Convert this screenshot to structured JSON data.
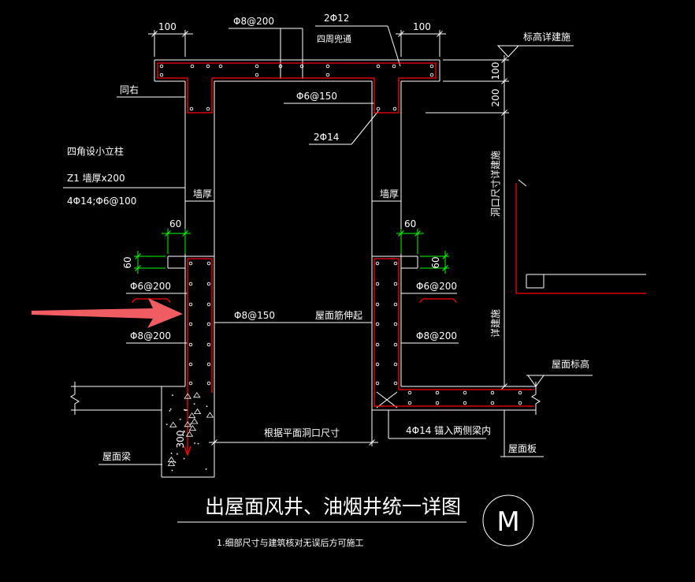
{
  "colors": {
    "background": "#000000",
    "line": "#ffffff",
    "text": "#ffffff",
    "rebar": "#ff0000",
    "dimension": "#00ff00",
    "annotation_arrow": "#ef5d63"
  },
  "drawing": {
    "title": "出屋面风井、油烟井统一详图",
    "note": "1.细部尺寸与建筑核对无误后方可施工",
    "detail_symbol": "M"
  },
  "top": {
    "dim_left": "100",
    "cap_rebar": "Φ8@200",
    "ring_bars": "2Φ12",
    "ring_note": "四周兜通",
    "dim_right": "100",
    "elevation_note": "标高详建施"
  },
  "right_dims": {
    "cap": "100",
    "beam": "200",
    "opening": "洞口尺寸详建施",
    "upstand": "详建施"
  },
  "upper": {
    "same_as_right": "同右",
    "cap_stirrup": "Φ6@150",
    "beam_bars": "2Φ14",
    "column_note": "四角设小立柱",
    "column_size": "Z1 墙厚x200",
    "column_rebar": "4Φ14;Φ6@100",
    "wall_left": "墙厚",
    "wall_right": "墙厚"
  },
  "lower": {
    "dim_60_top_left": "60",
    "dim_60_top_right": "60",
    "dim_60_left": "60",
    "dim_60_right": "60",
    "stirrup_left": "Φ6@200",
    "stirrup_right": "Φ6@200",
    "horizontal_bars": "Φ8@150",
    "roof_bar_note": "屋面筋伸起",
    "vertical_bars_left": "Φ8@200",
    "vertical_bars_right": "Φ8@200",
    "roof_elevation": "屋面标高",
    "dim_300": "300",
    "opening_note": "根据平面洞口尺寸",
    "anchor_note": "4Φ14 锚入两侧梁内",
    "roof_beam": "屋面梁",
    "roof_slab": "屋面板"
  }
}
